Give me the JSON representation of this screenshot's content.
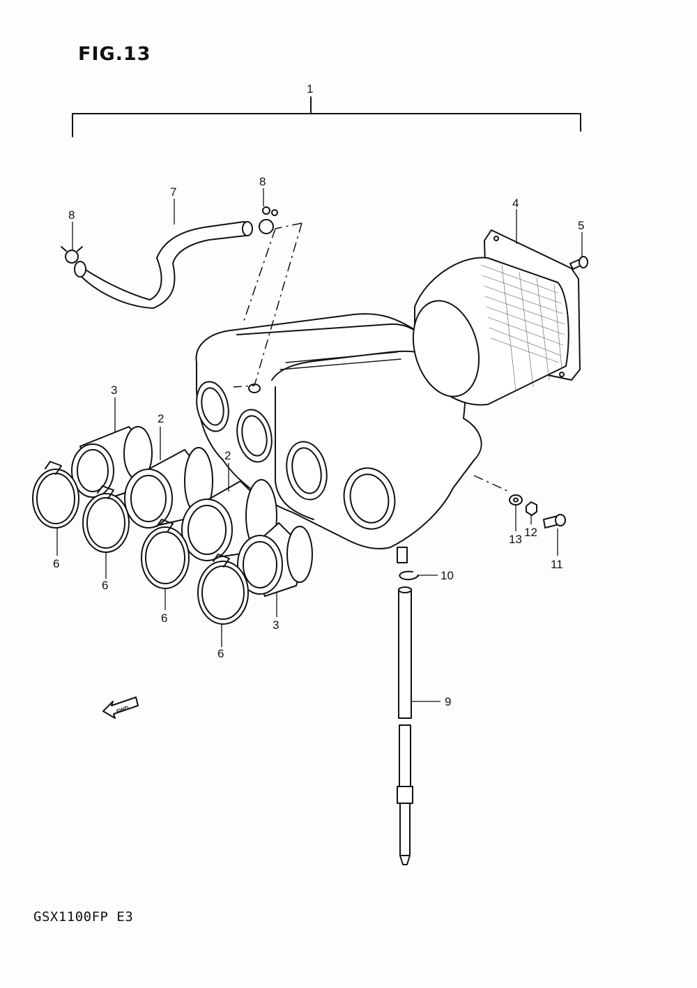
{
  "figure": {
    "title": "FIG.13",
    "model": "GSX1100FP  E3",
    "fwd_label": "FWD"
  },
  "callouts": [
    "1",
    "2",
    "2",
    "3",
    "3",
    "4",
    "5",
    "6",
    "6",
    "6",
    "6",
    "7",
    "8",
    "8",
    "9",
    "10",
    "11",
    "12",
    "13"
  ],
  "parts": [
    {
      "ref": "1",
      "part": "air-cleaner-assembly"
    },
    {
      "ref": "2",
      "part": "intake-pipe"
    },
    {
      "ref": "3",
      "part": "intake-pipe-outer"
    },
    {
      "ref": "4",
      "part": "filter-element"
    },
    {
      "ref": "5",
      "part": "screw"
    },
    {
      "ref": "6",
      "part": "clamp"
    },
    {
      "ref": "7",
      "part": "hose"
    },
    {
      "ref": "8",
      "part": "hose-clamp"
    },
    {
      "ref": "9",
      "part": "drain-pipe"
    },
    {
      "ref": "10",
      "part": "drain-clip"
    },
    {
      "ref": "11",
      "part": "bolt"
    },
    {
      "ref": "12",
      "part": "nut"
    },
    {
      "ref": "13",
      "part": "washer"
    }
  ]
}
